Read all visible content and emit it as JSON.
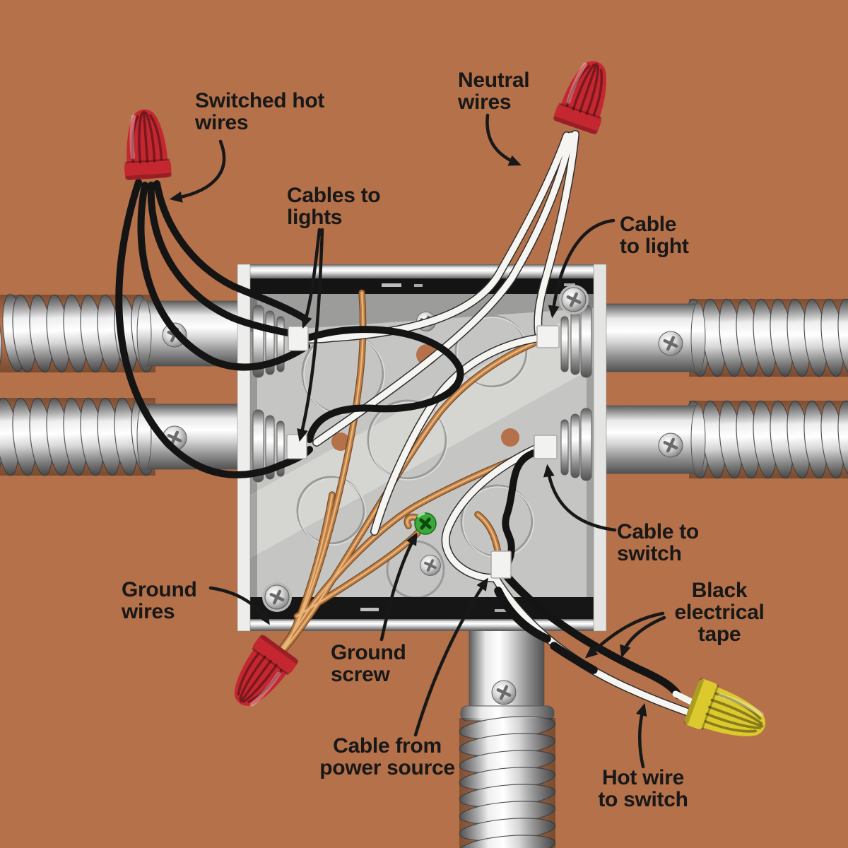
{
  "illustration": {
    "description": "Cutaway diagram of a metal electrical junction box with armored cable conduits, wire nuts and labeled wiring",
    "colors": {
      "background": "#b4714a",
      "label_text": "#181818",
      "arrow": "#181818",
      "hot_wire": "#141414",
      "neutral_wire": "#f6f5f1",
      "ground_wire": "#bf7d44",
      "ground_screw_green": "#3aa93a",
      "wire_nut_red": "#c42730",
      "wire_nut_yellow": "#dcc92e",
      "metal": "#d9d9d9"
    }
  },
  "labels": {
    "switched_hot_wires": [
      "Switched hot",
      "wires"
    ],
    "neutral_wires": [
      "Neutral",
      "wires"
    ],
    "cables_to_lights": [
      "Cables to",
      "lights"
    ],
    "cable_to_light": [
      "Cable",
      "to light"
    ],
    "cable_to_switch": [
      "Cable to",
      "switch"
    ],
    "ground_wires": [
      "Ground",
      "wires"
    ],
    "ground_screw": [
      "Ground",
      "screw"
    ],
    "cable_from_power_source": [
      "Cable from",
      "power source"
    ],
    "black_electrical_tape": [
      "Black",
      "electrical",
      "tape"
    ],
    "hot_wire_to_switch": [
      "Hot wire",
      "to switch"
    ]
  }
}
